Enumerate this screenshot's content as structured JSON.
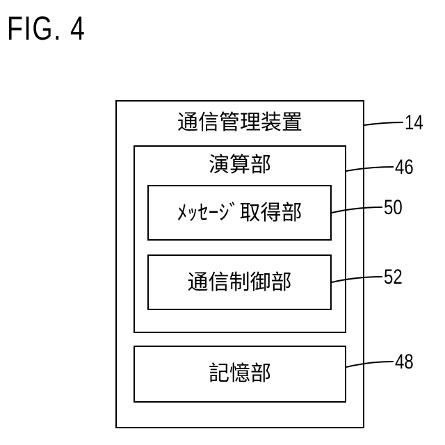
{
  "figure": {
    "label": "FIG. 4"
  },
  "blocks": {
    "device": {
      "label": "通信管理装置",
      "ref": "14"
    },
    "processor": {
      "label": "演算部",
      "ref": "46"
    },
    "message_acquisition": {
      "label": "ﾒｯｾｰｼﾞ取得部",
      "ref": "50"
    },
    "communication_control": {
      "label": "通信制御部",
      "ref": "52"
    },
    "storage": {
      "label": "記憶部",
      "ref": "48"
    }
  }
}
